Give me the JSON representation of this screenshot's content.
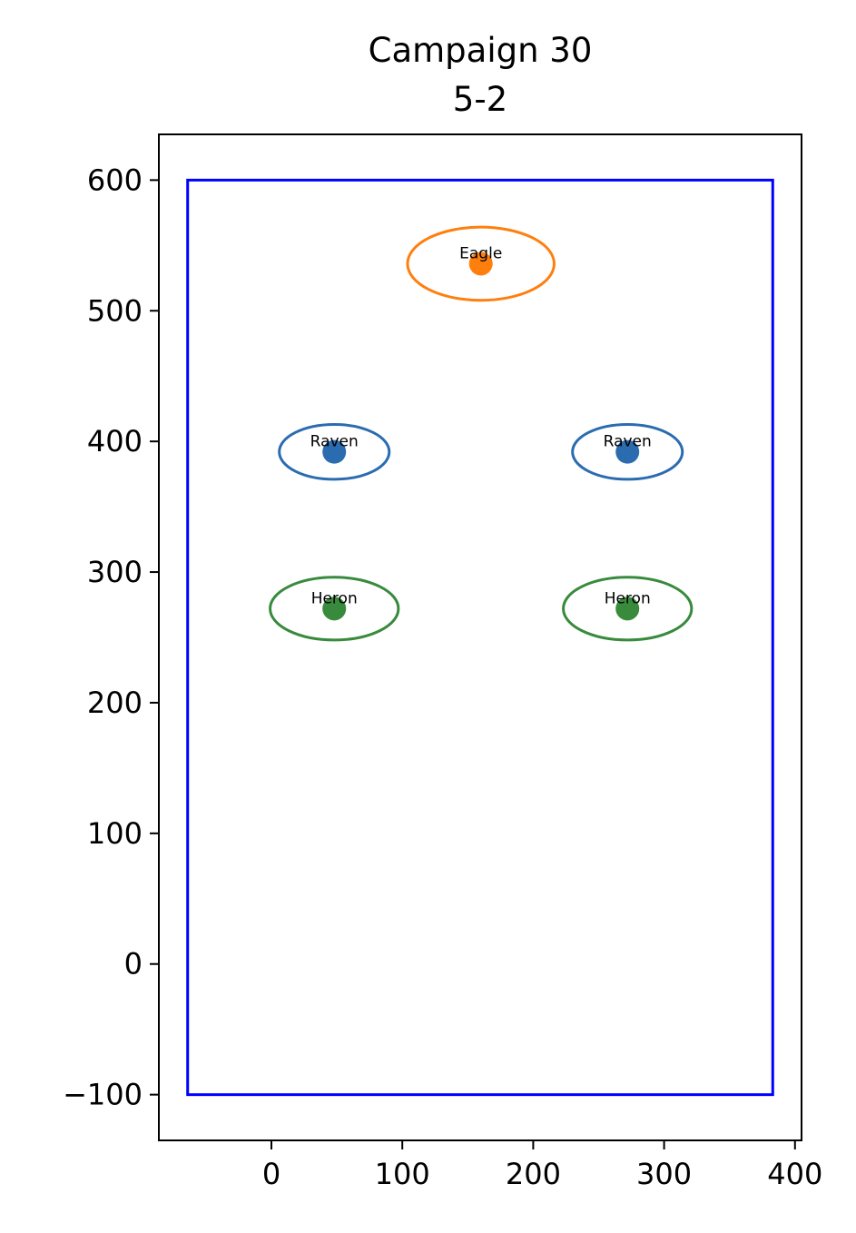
{
  "chart_data": {
    "type": "scatter",
    "title": "Campaign 30",
    "subtitle": "5-2",
    "xlabel": "",
    "ylabel": "",
    "xlim": [
      -86,
      405
    ],
    "ylim": [
      -135,
      635
    ],
    "x_ticks": [
      0,
      100,
      200,
      300,
      400
    ],
    "y_ticks": [
      600,
      500,
      400,
      300,
      200,
      100,
      0,
      -100
    ],
    "y_tick_labels": [
      "600",
      "500",
      "400",
      "300",
      "200",
      "100",
      "0",
      "−100"
    ],
    "grid": false,
    "boundary": {
      "x": [
        -64,
        383
      ],
      "y": [
        -100,
        600
      ],
      "color": "#0000ff"
    },
    "points": [
      {
        "label": "Eagle",
        "x": 160,
        "y": 536,
        "rx": 56,
        "ry": 28,
        "color": "#ff7f0e"
      },
      {
        "label": "Raven",
        "x": 48,
        "y": 392,
        "rx": 42,
        "ry": 21,
        "color": "#2b6cb0"
      },
      {
        "label": "Raven",
        "x": 272,
        "y": 392,
        "rx": 42,
        "ry": 21,
        "color": "#2b6cb0"
      },
      {
        "label": "Heron",
        "x": 48,
        "y": 272,
        "rx": 49,
        "ry": 24,
        "color": "#388a3c"
      },
      {
        "label": "Heron",
        "x": 272,
        "y": 272,
        "rx": 49,
        "ry": 24,
        "color": "#388a3c"
      }
    ]
  }
}
